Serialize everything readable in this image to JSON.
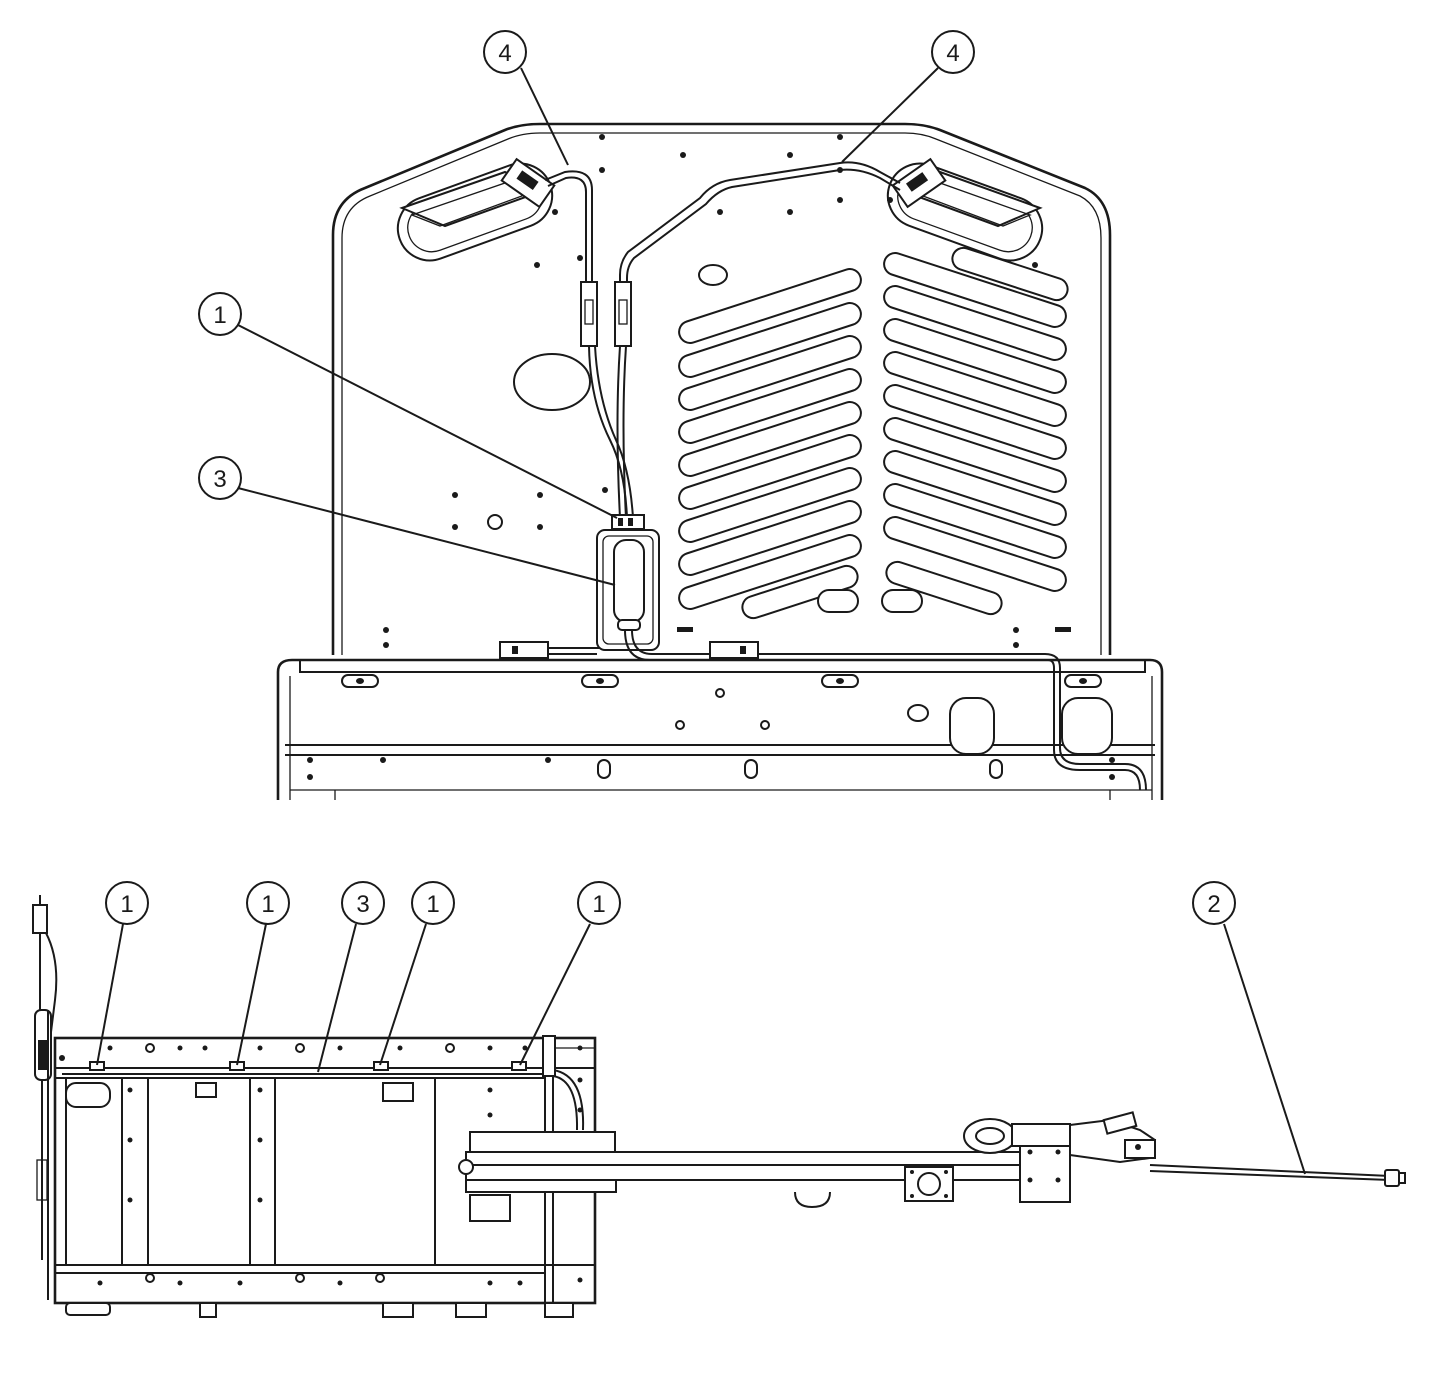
{
  "figure": {
    "callouts": [
      {
        "id": "c-top-4a",
        "label": "4"
      },
      {
        "id": "c-top-4b",
        "label": "4"
      },
      {
        "id": "c-top-1",
        "label": "1"
      },
      {
        "id": "c-top-3",
        "label": "3"
      },
      {
        "id": "c-bot-1a",
        "label": "1"
      },
      {
        "id": "c-bot-1b",
        "label": "1"
      },
      {
        "id": "c-bot-3",
        "label": "3"
      },
      {
        "id": "c-bot-1c",
        "label": "1"
      },
      {
        "id": "c-bot-1d",
        "label": "1"
      },
      {
        "id": "c-bot-2",
        "label": "2"
      }
    ]
  }
}
